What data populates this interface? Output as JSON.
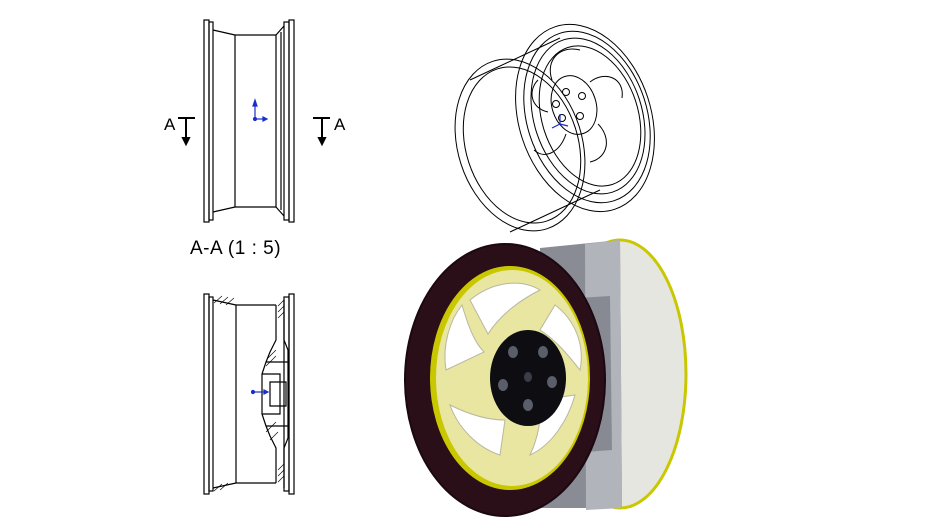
{
  "drawing": {
    "section_label": "A-A  (1 : 5)",
    "section_arrow_left_label": "A",
    "section_arrow_right_label": "A"
  },
  "colors": {
    "line": "#000000",
    "axis_triad": "#1a2ecc",
    "tire_dark": "#2a0f18",
    "rim_yellow": "#e8e6a0",
    "rim_edge": "#c9c800",
    "barrel_grey": "#8a8c95",
    "hub_black": "#0d0d12"
  },
  "views": [
    {
      "name": "side-view",
      "icon": "wheel-side-view-drawing"
    },
    {
      "name": "section-view",
      "icon": "wheel-section-view-drawing"
    },
    {
      "name": "isometric-wireframe",
      "icon": "wheel-isometric-line-drawing"
    },
    {
      "name": "shaded-render",
      "icon": "wheel-shaded-render"
    }
  ]
}
